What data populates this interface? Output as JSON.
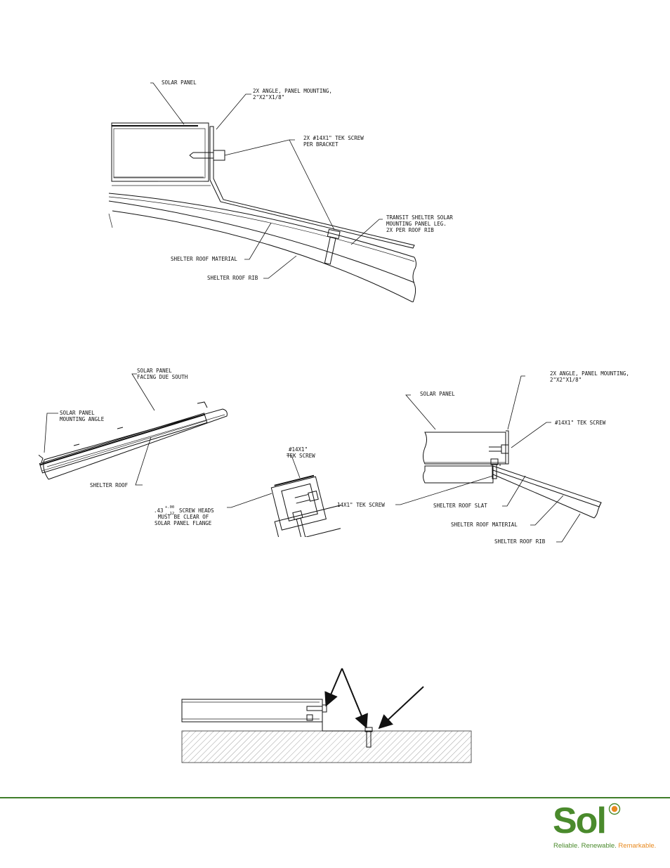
{
  "figure1": {
    "solar_panel": "SOLAR PANEL",
    "angle_1": "2X ANGLE, PANEL MOUNTING,",
    "angle_2": "2\"X2\"X1/8\"",
    "screw_1": "2X #14X1\" TEK SCREW",
    "screw_2": "PER BRACKET",
    "leg_1": "TRANSIT SHELTER SOLAR",
    "leg_2": "MOUNTING PANEL LEG.",
    "leg_3": "2X PER ROOF RIB",
    "roof_material": "SHELTER ROOF MATERIAL",
    "roof_rib": "SHELTER ROOF RIB"
  },
  "figure2": {
    "panel_1": "SOLAR PANEL",
    "panel_2": "FACING DUE SOUTH",
    "angle_1": "SOLAR PANEL",
    "angle_2": "MOUNTING ANGLE",
    "roof": "SHELTER ROOF"
  },
  "figure3": {
    "screw_1": "#14X1\"",
    "screw_2": "TEK SCREW",
    "clear_value": ".43",
    "tol_plus": "+.00",
    "tol_minus": "-.12",
    "clear_1": "SCREW HEADS",
    "clear_2": "MUST BE CLEAR OF",
    "clear_3": "SOLAR PANEL FLANGE"
  },
  "figure4": {
    "panel": "SOLAR PANEL",
    "angle_1": "2X ANGLE, PANEL MOUNTING,",
    "angle_2": "2\"X2\"X1/8\"",
    "screw_top": "#14X1\" TEK SCREW",
    "screw_bottom": "14X1\" TEK SCREW",
    "slat": "SHELTER ROOF SLAT",
    "material": "SHELTER ROOF MATERIAL",
    "rib": "SHELTER ROOF RIB"
  },
  "logo": {
    "word": "Sol",
    "tag_1": "Reliable. Renewable. ",
    "tag_2": "Remarkable."
  },
  "colors": {
    "brand_green": "#4a8a2c",
    "brand_orange": "#e8891e",
    "rule_green": "#3f7d2a"
  }
}
